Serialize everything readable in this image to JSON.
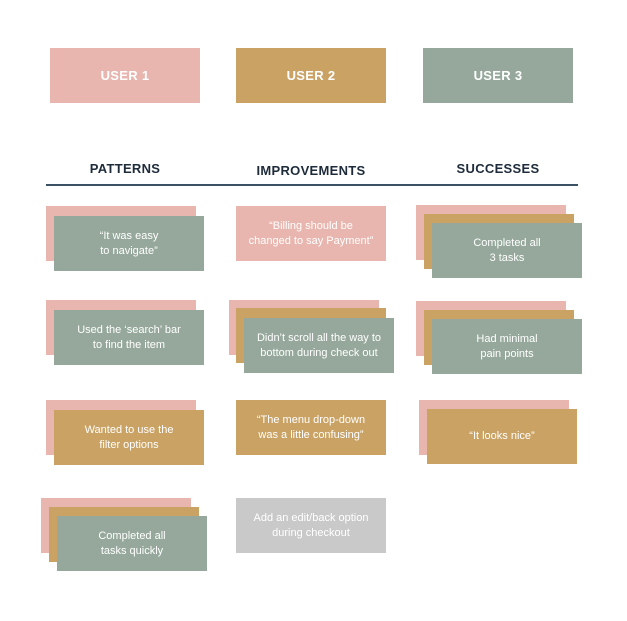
{
  "users": [
    "USER 1",
    "USER 2",
    "USER 3"
  ],
  "columns": [
    "PATTERNS",
    "IMPROVEMENTS",
    "SUCCESSES"
  ],
  "patterns": [
    "“It was easy\nto navigate”",
    "Used the ‘search’ bar\nto find the item",
    "Wanted to use the\nfilter options",
    "Completed all\ntasks quickly"
  ],
  "improvements": [
    "“Billing should be\nchanged to say Payment”",
    "Didn’t scroll all the way to\nbottom during check out",
    "“The menu drop-down\nwas a little confusing”",
    "Add an edit/back option\nduring checkout"
  ],
  "successes": [
    "Completed all\n3 tasks",
    "Had minimal\npain points",
    "“It looks nice”"
  ],
  "colors": {
    "user1": "#e8b6ae",
    "user2": "#c9a264",
    "user3": "#95a89b",
    "unassigned": "#c9c9c9",
    "rule": "#3c5166"
  }
}
